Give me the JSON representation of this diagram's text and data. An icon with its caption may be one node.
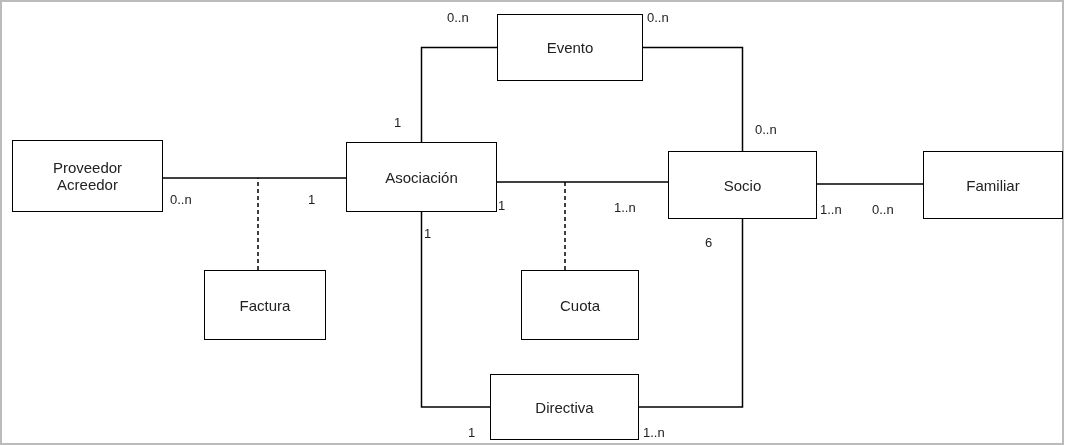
{
  "diagram": {
    "nodes": [
      {
        "text": [
          "Proveedor Acreedor"
        ]
      },
      {
        "text": [
          "Asociación"
        ]
      },
      {
        "text": [
          "Evento"
        ]
      },
      {
        "text": [
          "Socio"
        ]
      },
      {
        "text": [
          "Familiar"
        ]
      },
      {
        "text": [
          "Factura"
        ]
      },
      {
        "text": [
          "Cuota"
        ]
      },
      {
        "text": [
          "Directiva"
        ]
      }
    ],
    "edges": [
      {
        "from": 0,
        "to": 1,
        "arrow": "none"
      },
      {
        "from": 5,
        "to": null,
        "arrow": "none",
        "style": "dashed"
      },
      {
        "from": 1,
        "to": 2,
        "arrow": "none"
      },
      {
        "from": 2,
        "to": 3,
        "arrow": "none"
      },
      {
        "from": 1,
        "to": 3,
        "arrow": "none"
      },
      {
        "from": 6,
        "to": null,
        "arrow": "none",
        "style": "dashed"
      },
      {
        "from": 3,
        "to": 4,
        "arrow": "none"
      },
      {
        "from": 1,
        "to": 7,
        "arrow": "none"
      },
      {
        "from": 3,
        "to": 7,
        "arrow": "none"
      }
    ],
    "labels": [
      "0..n",
      "0..n",
      "1",
      "0..n",
      "0..n",
      "1",
      "1",
      "1..n",
      "1..n",
      "0..n",
      "1",
      "6",
      "1",
      "1..n"
    ]
  }
}
